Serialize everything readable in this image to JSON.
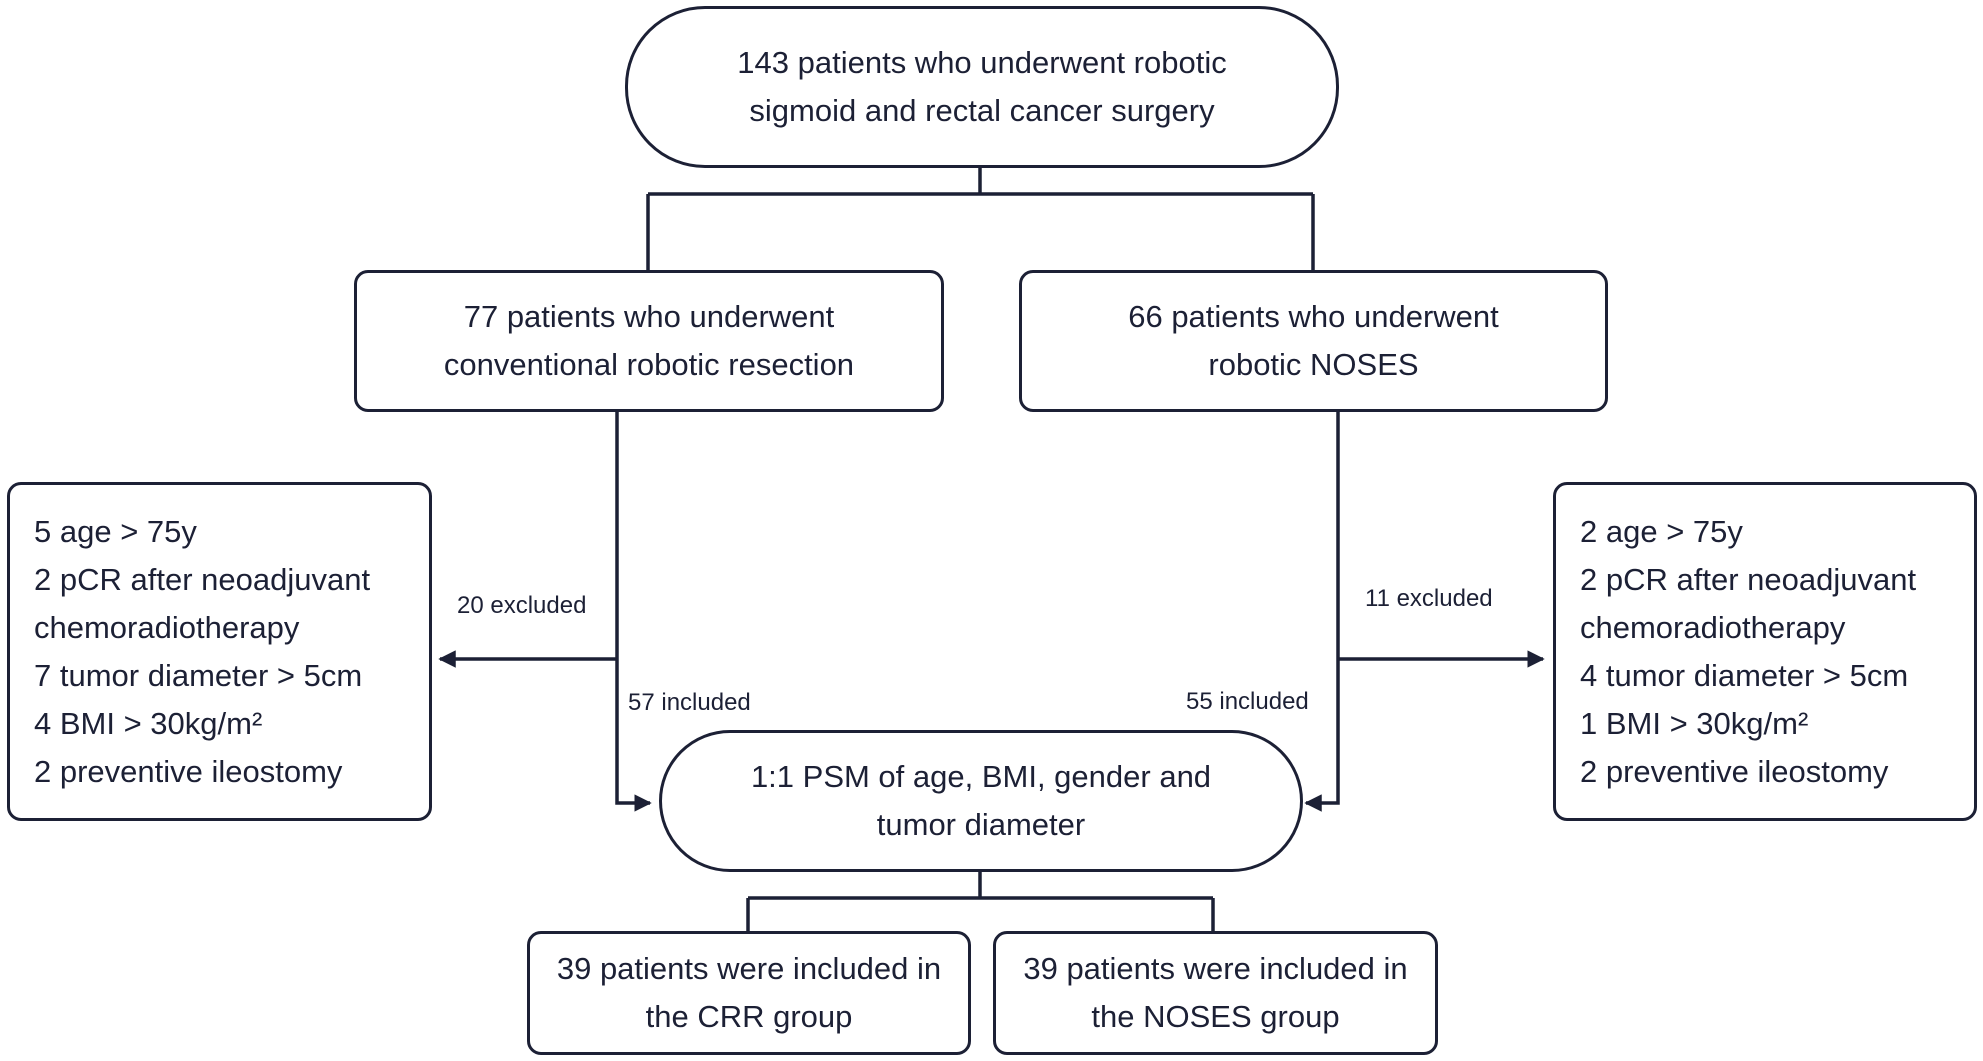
{
  "nodes": {
    "start": {
      "lines": [
        "143 patients who underwent robotic",
        "sigmoid and rectal cancer surgery"
      ]
    },
    "crr_arm": {
      "lines": [
        "77 patients who underwent",
        "conventional robotic resection"
      ]
    },
    "noses_arm": {
      "lines": [
        "66 patients who underwent",
        "robotic NOSES"
      ]
    },
    "crr_exclusions": {
      "lines": [
        "5 age  > 75y",
        "2 pCR after neoadjuvant",
        "chemoradiotherapy",
        "7 tumor diameter  >  5cm",
        "4 BMI  >  30kg/m²",
        "2 preventive ileostomy"
      ]
    },
    "noses_exclusions": {
      "lines": [
        "2 age  > 75y",
        "2 pCR after neoadjuvant",
        "chemoradiotherapy",
        "4 tumor diameter  >  5cm",
        "1 BMI  >  30kg/m²",
        "2 preventive ileostomy"
      ]
    },
    "psm": {
      "lines": [
        "1:1 PSM of age, BMI, gender and",
        "tumor diameter"
      ]
    },
    "crr_group": {
      "lines": [
        "39 patients were included in",
        "the CRR group"
      ]
    },
    "noses_group": {
      "lines": [
        "39 patients were included in",
        "the NOSES group"
      ]
    }
  },
  "edge_labels": {
    "crr_excluded": "20 excluded",
    "crr_included": "57 included",
    "noses_excluded": "11 excluded",
    "noses_included": "55 included"
  },
  "colors": {
    "stroke": "#1c2035",
    "text": "#1c2035",
    "background": "#ffffff"
  }
}
